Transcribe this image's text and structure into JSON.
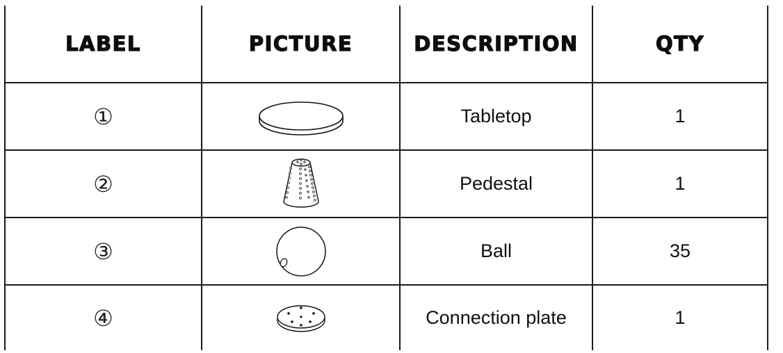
{
  "table": {
    "headers": {
      "label": "LABEL",
      "picture": "PICTURE",
      "description": "DESCRIPTION",
      "qty": "QTY"
    },
    "rows": [
      {
        "label": "①",
        "picture": "tabletop-icon",
        "description": "Tabletop",
        "qty": "1"
      },
      {
        "label": "②",
        "picture": "pedestal-icon",
        "description": "Pedestal",
        "qty": "1"
      },
      {
        "label": "③",
        "picture": "ball-icon",
        "description": "Ball",
        "qty": "35"
      },
      {
        "label": "④",
        "picture": "connection-plate-icon",
        "description": "Connection plate",
        "qty": "1"
      }
    ]
  }
}
